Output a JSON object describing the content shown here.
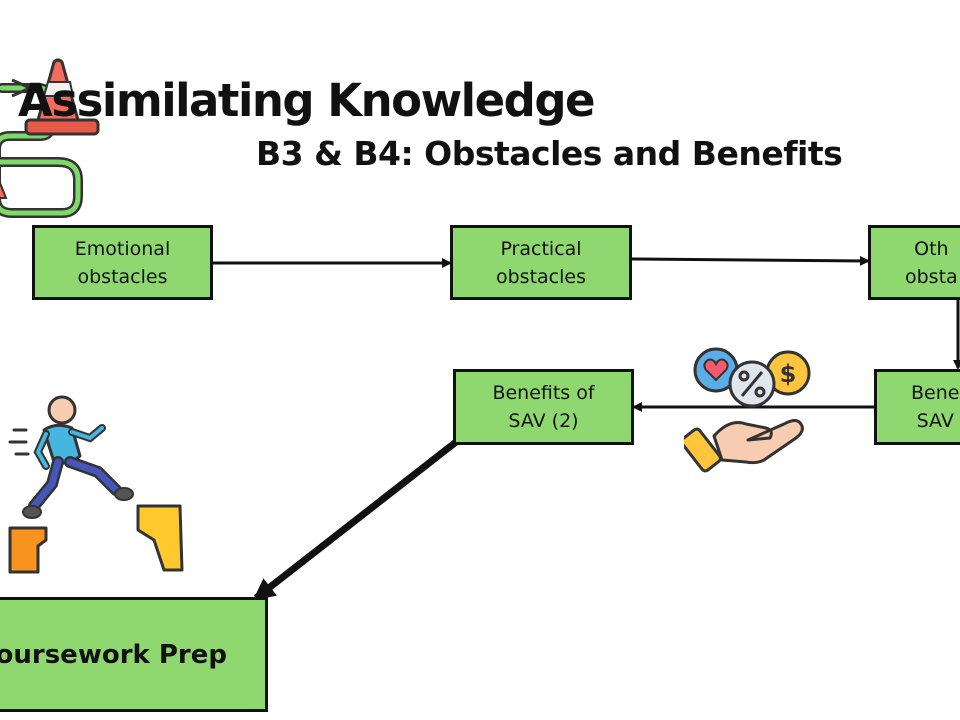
{
  "header": {
    "title": "Assimilating Knowledge",
    "subtitle": "B3 & B4: Obstacles and Benefits"
  },
  "nodes": {
    "emotional": "Emotional\nobstacles",
    "practical": "Practical\nobstacles",
    "other": "Oth\nobsta",
    "benefits1": "Bene\nSAV",
    "benefits2": "Benefits of\nSAV (2)",
    "coursework": "oursework Prep"
  },
  "icons": {
    "top_left": "race-track-cone-icon",
    "middle": "hand-holding-coins-icon",
    "left": "running-person-obstacles-icon"
  },
  "colors": {
    "box_fill": "#8fd870",
    "border": "#111111"
  }
}
